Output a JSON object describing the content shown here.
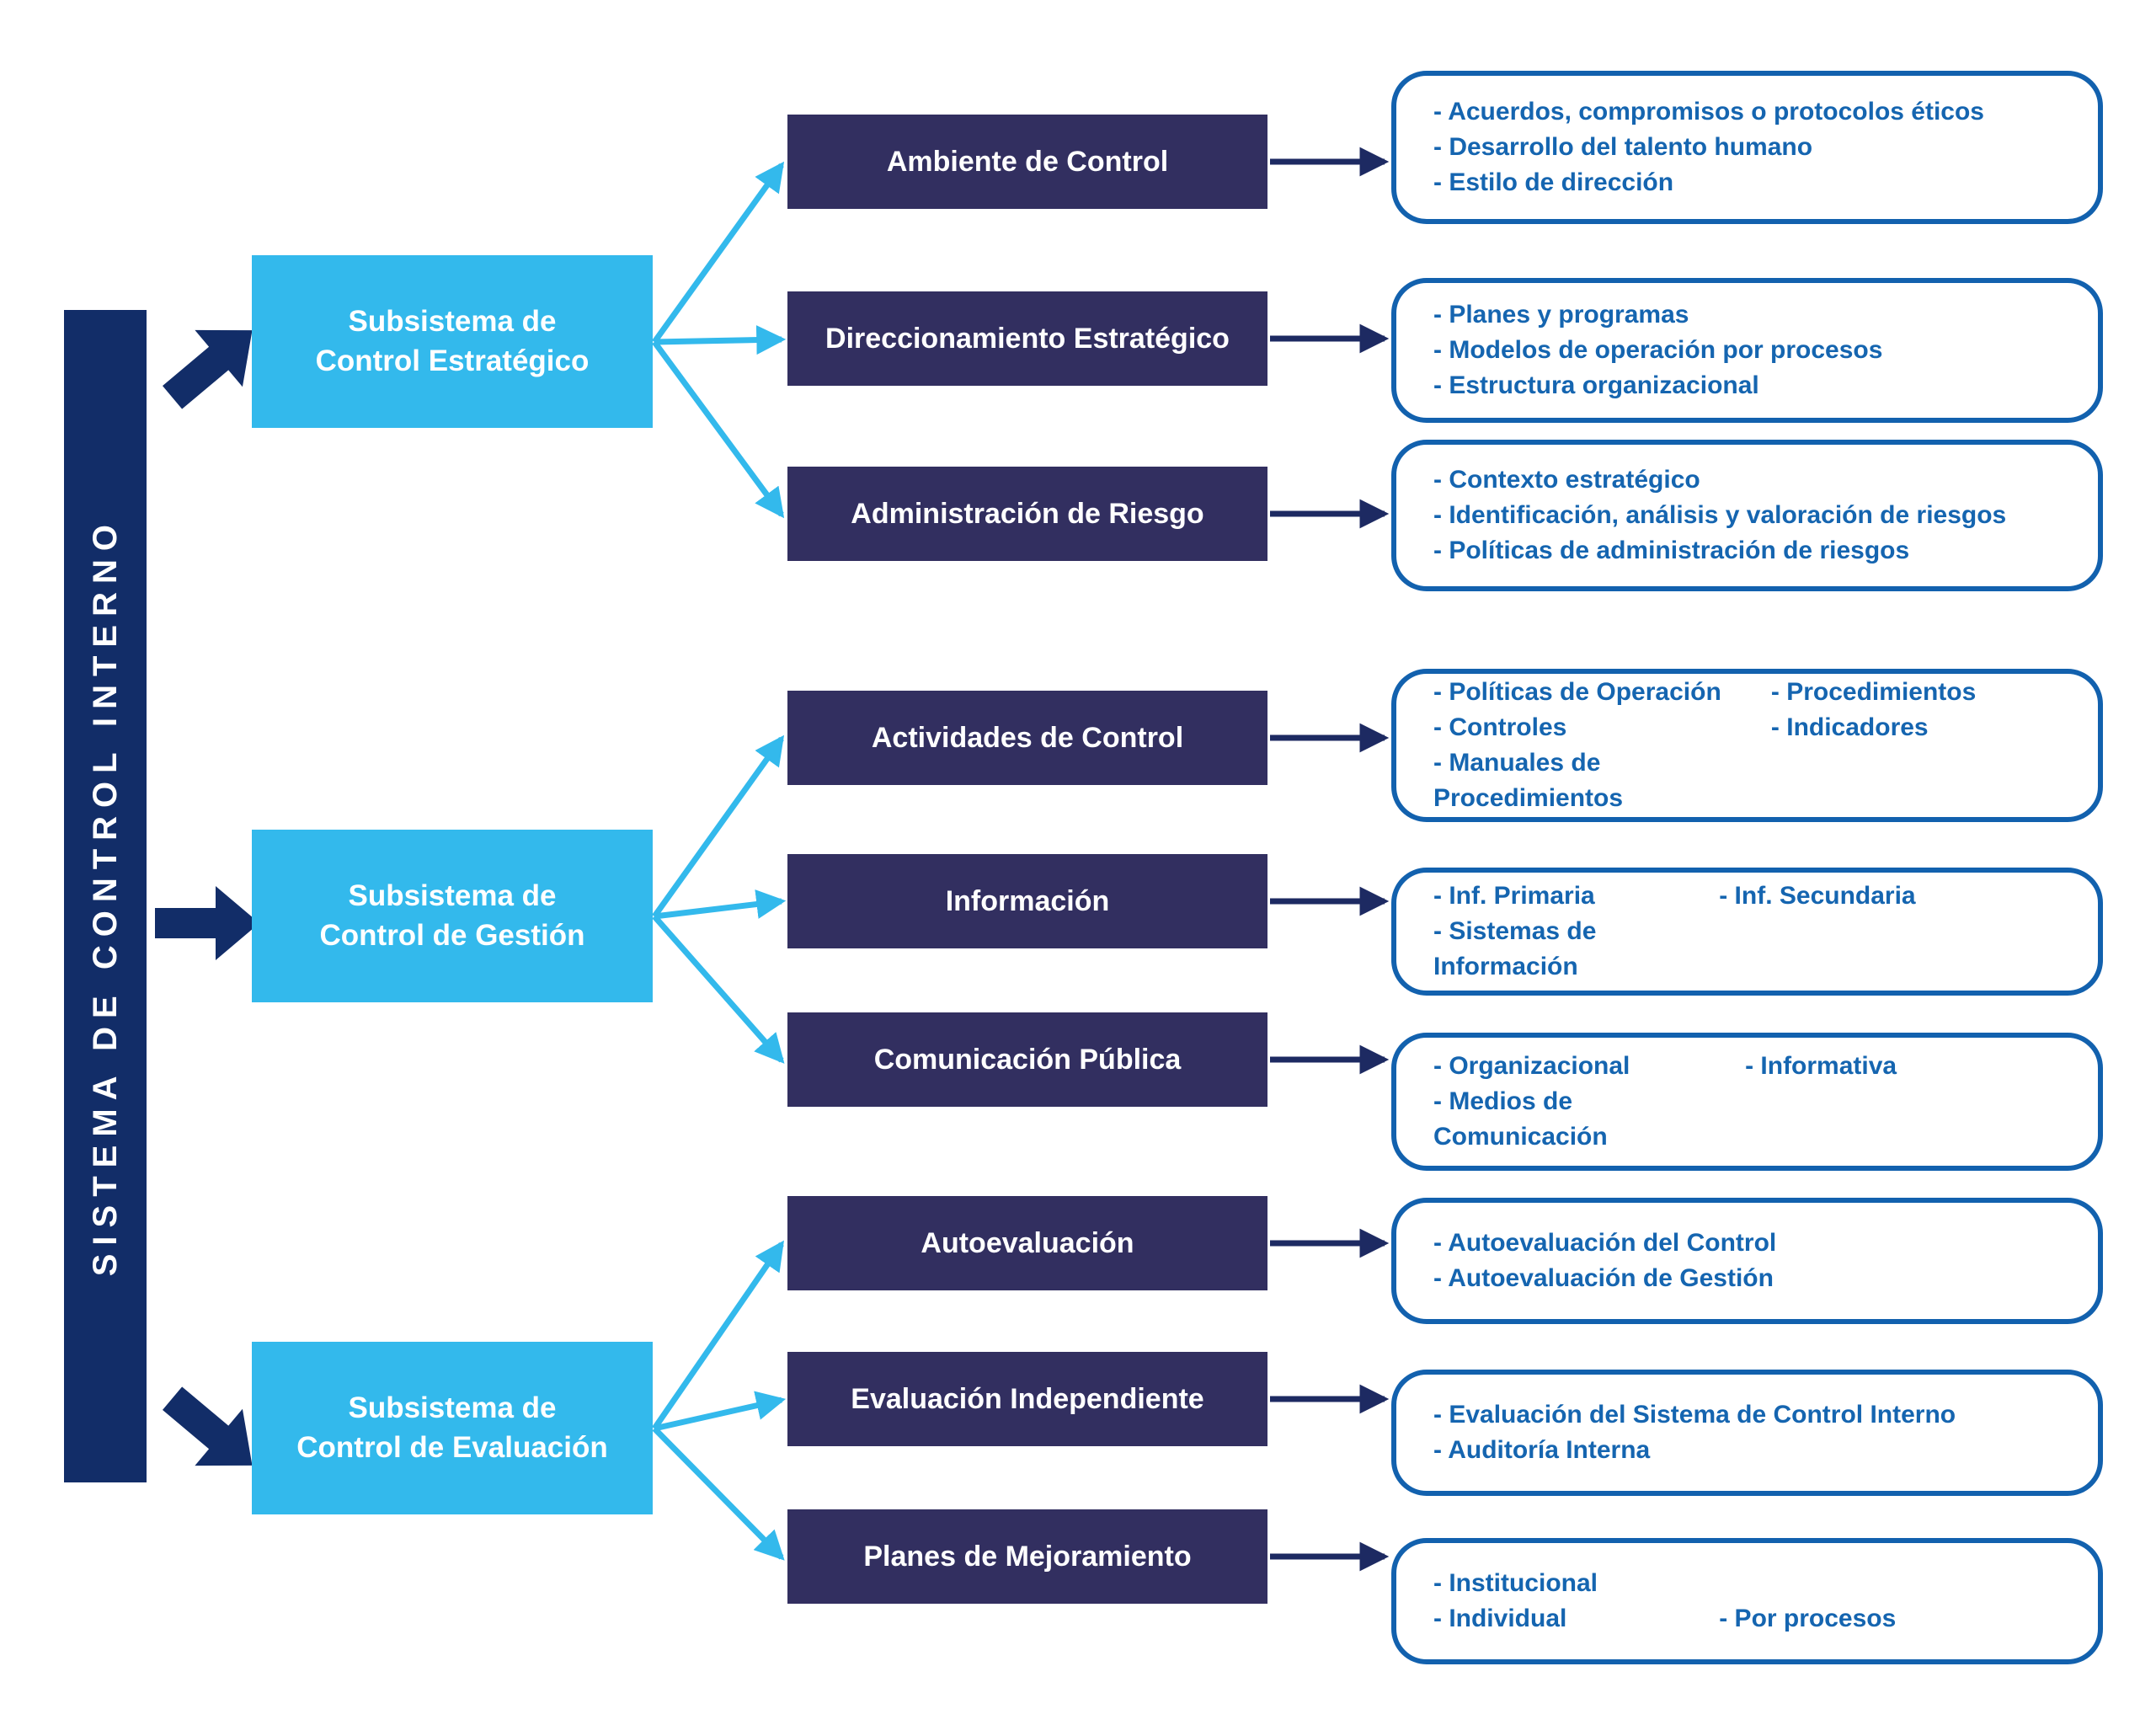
{
  "title_bar": {
    "text": "SISTEMA DE CONTROL INTERNO"
  },
  "colors": {
    "navy_bar": "#122d68",
    "indigo_component_box": "#322f60",
    "cyan_subsystem_box": "#33b9ec",
    "detail_border_blue": "#1261ae",
    "detail_text_blue": "#1565b0",
    "white_text": "#ffffff"
  },
  "groups": [
    {
      "subsystem": {
        "line1": "Subsistema de",
        "line2": "Control Estratégico"
      },
      "components": [
        {
          "label": "Ambiente de Control",
          "details": {
            "items": [
              "- Acuerdos, compromisos o protocolos éticos",
              "- Desarrollo del talento humano",
              "- Estilo de dirección"
            ]
          }
        },
        {
          "label": "Direccionamiento Estratégico",
          "details": {
            "items": [
              "- Planes y programas",
              "- Modelos de operación por procesos",
              "- Estructura organizacional"
            ]
          }
        },
        {
          "label": "Administración de Riesgo",
          "details": {
            "items": [
              "- Contexto estratégico",
              "- Identificación, análisis y valoración de riesgos",
              "- Políticas de administración de riesgos"
            ]
          }
        }
      ]
    },
    {
      "subsystem": {
        "line1": "Subsistema de",
        "line2": "Control de Gestión"
      },
      "components": [
        {
          "label": "Actividades de Control",
          "details": {
            "col1": [
              "- Políticas de Operación",
              "- Controles",
              "- Manuales de Procedimientos"
            ],
            "col2": [
              "- Procedimientos",
              "- Indicadores"
            ]
          }
        },
        {
          "label": "Información",
          "details": {
            "col1": [
              "- Inf. Primaria",
              "- Sistemas de Información"
            ],
            "col2": [
              "- Inf. Secundaria"
            ]
          }
        },
        {
          "label": "Comunicación Pública",
          "details": {
            "col1": [
              "- Organizacional",
              "- Medios de Comunicación"
            ],
            "col2": [
              "- Informativa"
            ]
          }
        }
      ]
    },
    {
      "subsystem": {
        "line1": "Subsistema de",
        "line2": "Control de Evaluación"
      },
      "components": [
        {
          "label": "Autoevaluación",
          "details": {
            "items": [
              "- Autoevaluación del Control",
              "- Autoevaluación de Gestión"
            ]
          }
        },
        {
          "label": "Evaluación Independiente",
          "details": {
            "items": [
              "- Evaluación del Sistema de Control Interno",
              "- Auditoría Interna"
            ]
          }
        },
        {
          "label": "Planes de Mejoramiento",
          "details": {
            "col1": [
              "- Institucional",
              "- Individual"
            ],
            "col2": [
              "- Por procesos"
            ]
          }
        }
      ]
    }
  ]
}
